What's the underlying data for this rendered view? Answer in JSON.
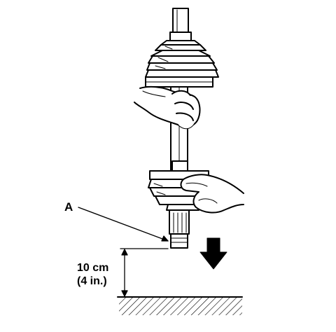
{
  "figure": {
    "callout_letter": "A",
    "distance_metric": "10 cm",
    "distance_imperial": "(4 in.)"
  }
}
